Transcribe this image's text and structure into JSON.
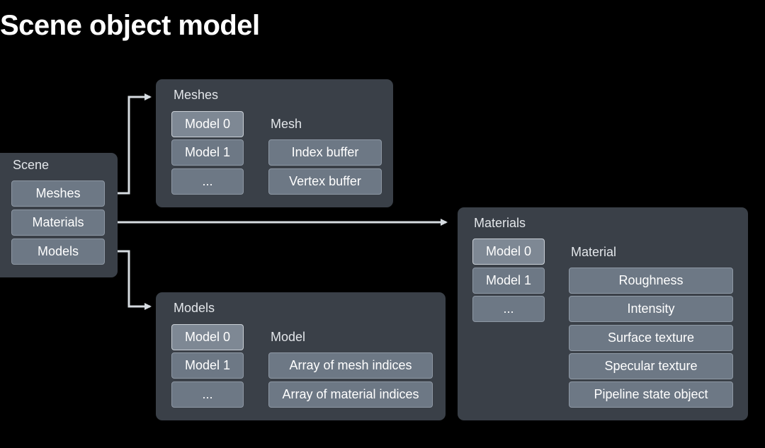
{
  "title": "Scene object model",
  "colors": {
    "background": "#000000",
    "panel": "#3a4048",
    "box": "#6d7885",
    "arrow": "#d6dbe0"
  },
  "scene": {
    "label": "Scene",
    "items": [
      "Meshes",
      "Materials",
      "Models"
    ]
  },
  "meshes": {
    "label": "Meshes",
    "models": [
      "Model 0",
      "Model 1",
      "..."
    ],
    "target_label": "Mesh",
    "fields": [
      "Index buffer",
      "Vertex buffer"
    ]
  },
  "models": {
    "label": "Models",
    "models": [
      "Model 0",
      "Model 1",
      "..."
    ],
    "target_label": "Model",
    "fields": [
      "Array of mesh indices",
      "Array of material indices"
    ]
  },
  "materials": {
    "label": "Materials",
    "models": [
      "Model 0",
      "Model 1",
      "..."
    ],
    "target_label": "Material",
    "fields": [
      "Roughness",
      "Intensity",
      "Surface texture",
      "Specular texture",
      "Pipeline state object"
    ]
  }
}
